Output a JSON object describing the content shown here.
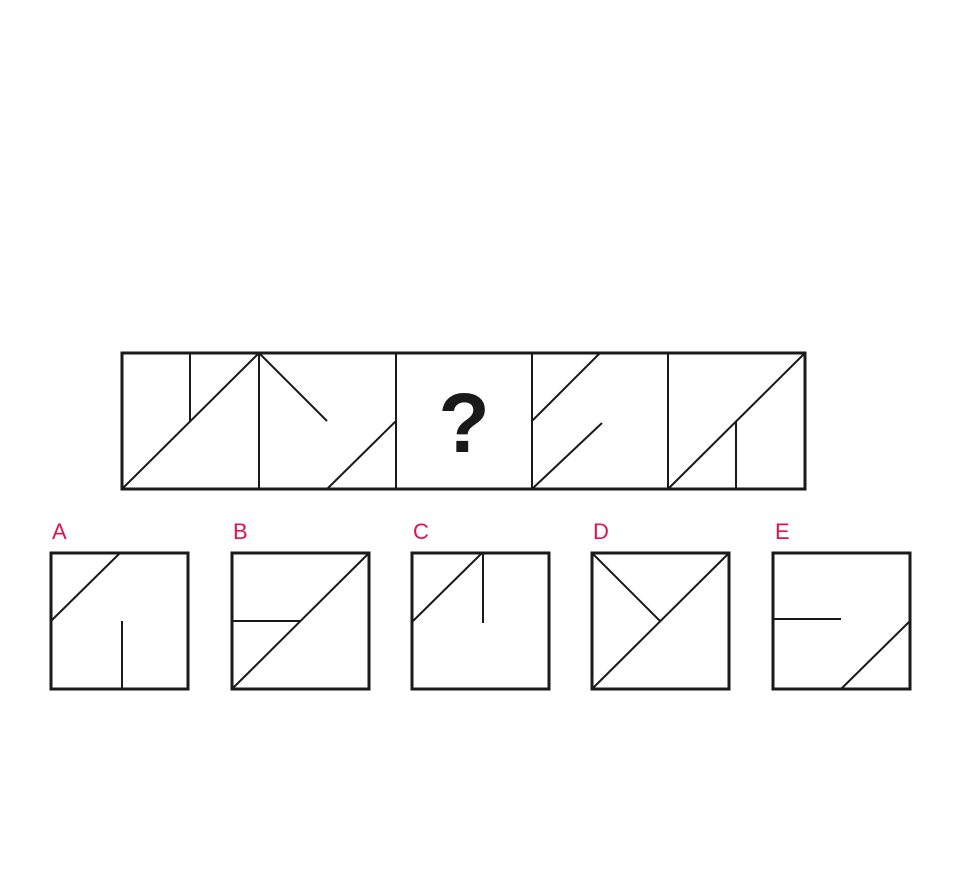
{
  "question_mark": "?",
  "options": [
    {
      "label": "A"
    },
    {
      "label": "B"
    },
    {
      "label": "C"
    },
    {
      "label": "D"
    },
    {
      "label": "E"
    }
  ],
  "colors": {
    "label": "#e0144c",
    "line": "#1a1a1a"
  }
}
